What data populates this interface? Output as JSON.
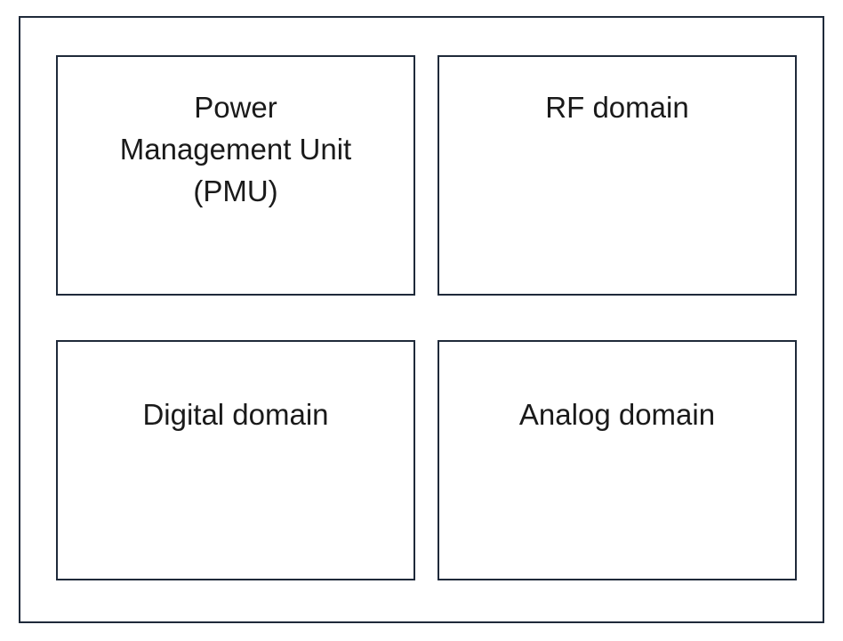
{
  "diagram": {
    "blocks": [
      {
        "id": "pmu",
        "label": "Power\nManagement Unit\n(PMU)"
      },
      {
        "id": "rf",
        "label": "RF domain"
      },
      {
        "id": "digital",
        "label": "Digital domain"
      },
      {
        "id": "analog",
        "label": "Analog domain"
      }
    ]
  }
}
